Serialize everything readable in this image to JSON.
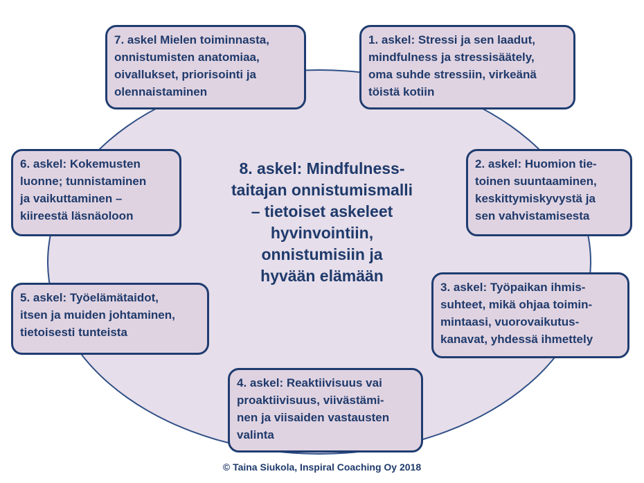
{
  "center": {
    "text": "8. askel: Mindfulness-\ntaitajan onnistumismalli\n– tietoiset askeleet\nhyvinvointiin,\nonnistumisiin ja\nhyvään elämään"
  },
  "steps": {
    "step1": "1. askel: Stressi ja sen laadut,\nmindfulness ja stressisäätely,\noma suhde stressiin, virkeänä\ntöistä kotiin",
    "step2": "2. askel: Huomion tie-\ntoinen suuntaaminen,\nkeskittymiskyvystä ja\nsen vahvistamisesta",
    "step3": "3. askel: Työpaikan ihmis-\nsuhteet, mikä ohjaa toimin-\nmintaasi, vuorovaikutus-\nkanavat, yhdessä ihmettely",
    "step4": "4. askel: Reaktiivisuus vai\nproaktiivisuus,  viivästämi-\nnen ja viisaiden vastausten\nvalinta",
    "step5": "5. askel: Työelämätaidot,\nitsen ja muiden johtaminen,\ntietoisesti tunteista",
    "step6": "6. askel: Kokemusten\nluonne; tunnistaminen\nja vaikuttaminen –\nkiireestä läsnäoloon",
    "step7": "7. askel Mielen toiminnasta,\nonnistumisten anatomiaa,\noivallukset, priorisointi ja\nolennaistaminen"
  },
  "footer": {
    "copyright": "© Taina Siukola, Inspiral Coaching Oy 2018"
  },
  "colors": {
    "ellipse_fill": "#e6deea",
    "box_fill": "#e0d3e1",
    "border": "#1f3c70",
    "text": "#1f3a6b"
  }
}
